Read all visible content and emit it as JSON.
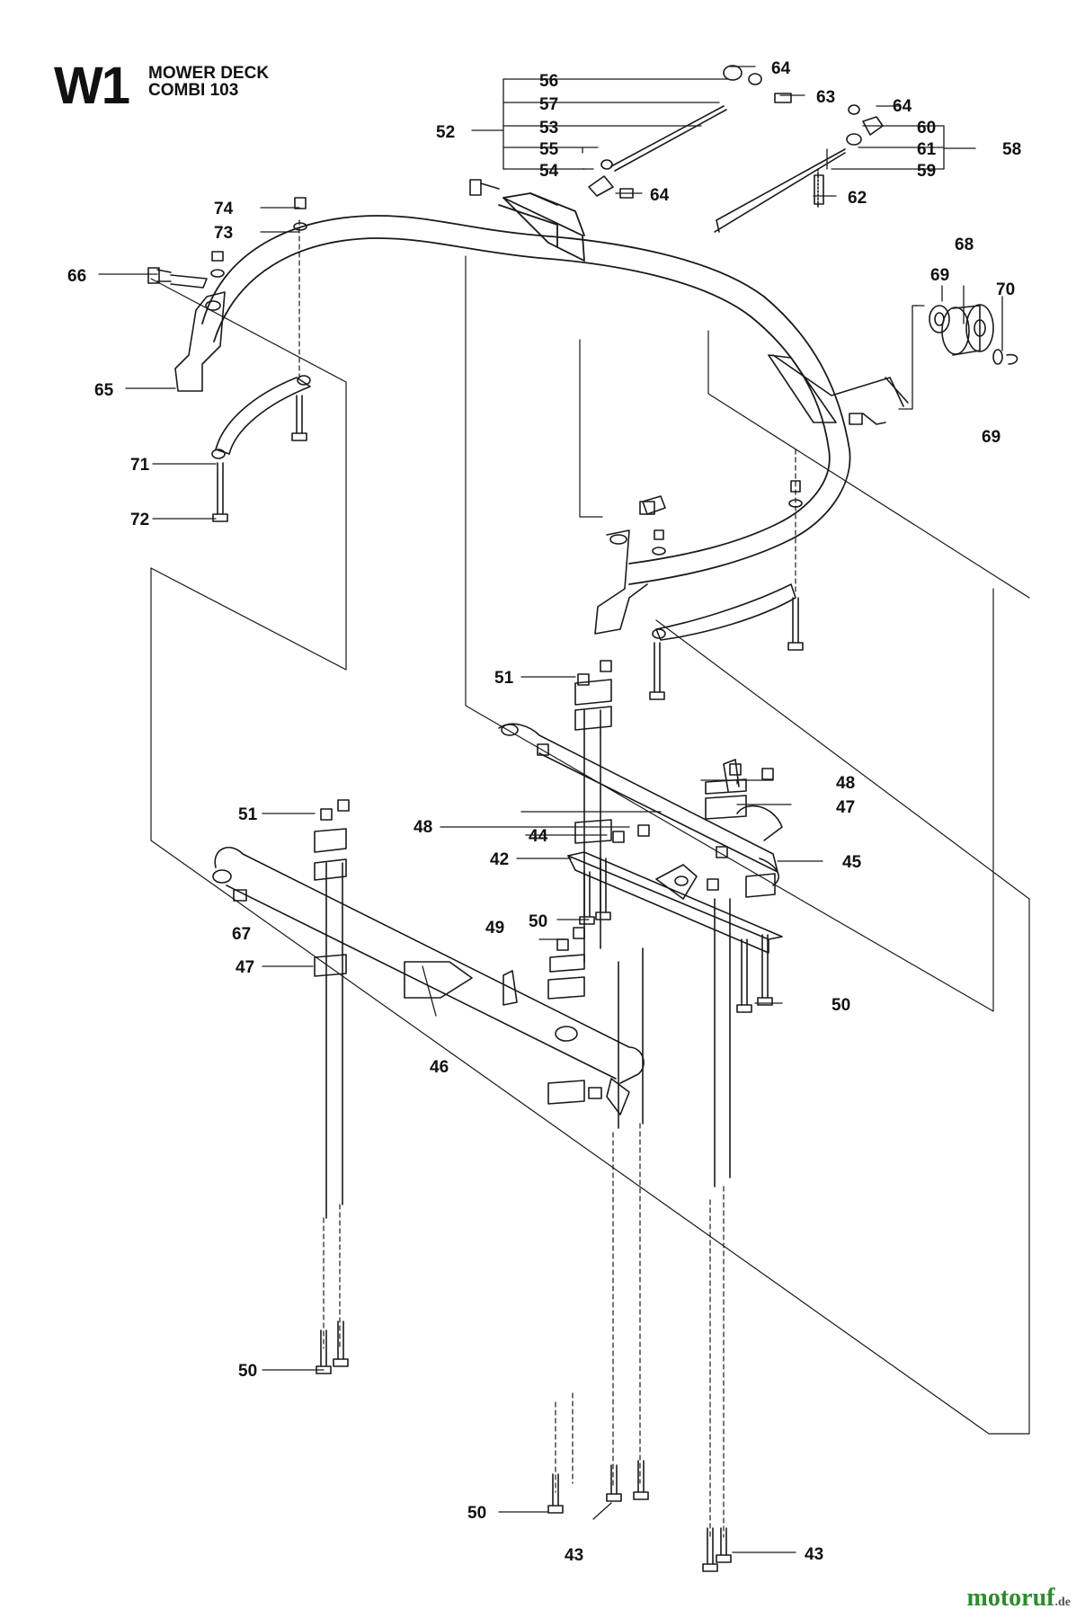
{
  "header": {
    "code": "W1",
    "title_line1": "MOWER DECK",
    "title_line2": "COMBI 103"
  },
  "watermark": {
    "brand": "motoruf",
    "tld": ".de",
    "colors": {
      "green": "#2e8b2e",
      "orange": "#d9451c"
    }
  },
  "callouts": [
    {
      "id": "56",
      "text": "56"
    },
    {
      "id": "57",
      "text": "57"
    },
    {
      "id": "53",
      "text": "53"
    },
    {
      "id": "52",
      "text": "52"
    },
    {
      "id": "55",
      "text": "55"
    },
    {
      "id": "54",
      "text": "54"
    },
    {
      "id": "64a",
      "text": "64"
    },
    {
      "id": "63",
      "text": "63"
    },
    {
      "id": "64b",
      "text": "64"
    },
    {
      "id": "60",
      "text": "60"
    },
    {
      "id": "61",
      "text": "61"
    },
    {
      "id": "58",
      "text": "58"
    },
    {
      "id": "59",
      "text": "59"
    },
    {
      "id": "64c",
      "text": "64"
    },
    {
      "id": "62",
      "text": "62"
    },
    {
      "id": "74",
      "text": "74"
    },
    {
      "id": "73",
      "text": "73"
    },
    {
      "id": "66",
      "text": "66"
    },
    {
      "id": "65",
      "text": "65"
    },
    {
      "id": "71",
      "text": "71"
    },
    {
      "id": "72",
      "text": "72"
    },
    {
      "id": "68",
      "text": "68"
    },
    {
      "id": "69a",
      "text": "69"
    },
    {
      "id": "70",
      "text": "70"
    },
    {
      "id": "69b",
      "text": "69"
    },
    {
      "id": "51a",
      "text": "51"
    },
    {
      "id": "48a",
      "text": "48"
    },
    {
      "id": "47a",
      "text": "47"
    },
    {
      "id": "51b",
      "text": "51"
    },
    {
      "id": "48b",
      "text": "48"
    },
    {
      "id": "44",
      "text": "44"
    },
    {
      "id": "42",
      "text": "42"
    },
    {
      "id": "45",
      "text": "45"
    },
    {
      "id": "50a",
      "text": "50"
    },
    {
      "id": "67",
      "text": "67"
    },
    {
      "id": "49",
      "text": "49"
    },
    {
      "id": "47b",
      "text": "47"
    },
    {
      "id": "50b",
      "text": "50"
    },
    {
      "id": "46",
      "text": "46"
    },
    {
      "id": "50c",
      "text": "50"
    },
    {
      "id": "50d",
      "text": "50"
    },
    {
      "id": "43a",
      "text": "43"
    },
    {
      "id": "43b",
      "text": "43"
    }
  ]
}
